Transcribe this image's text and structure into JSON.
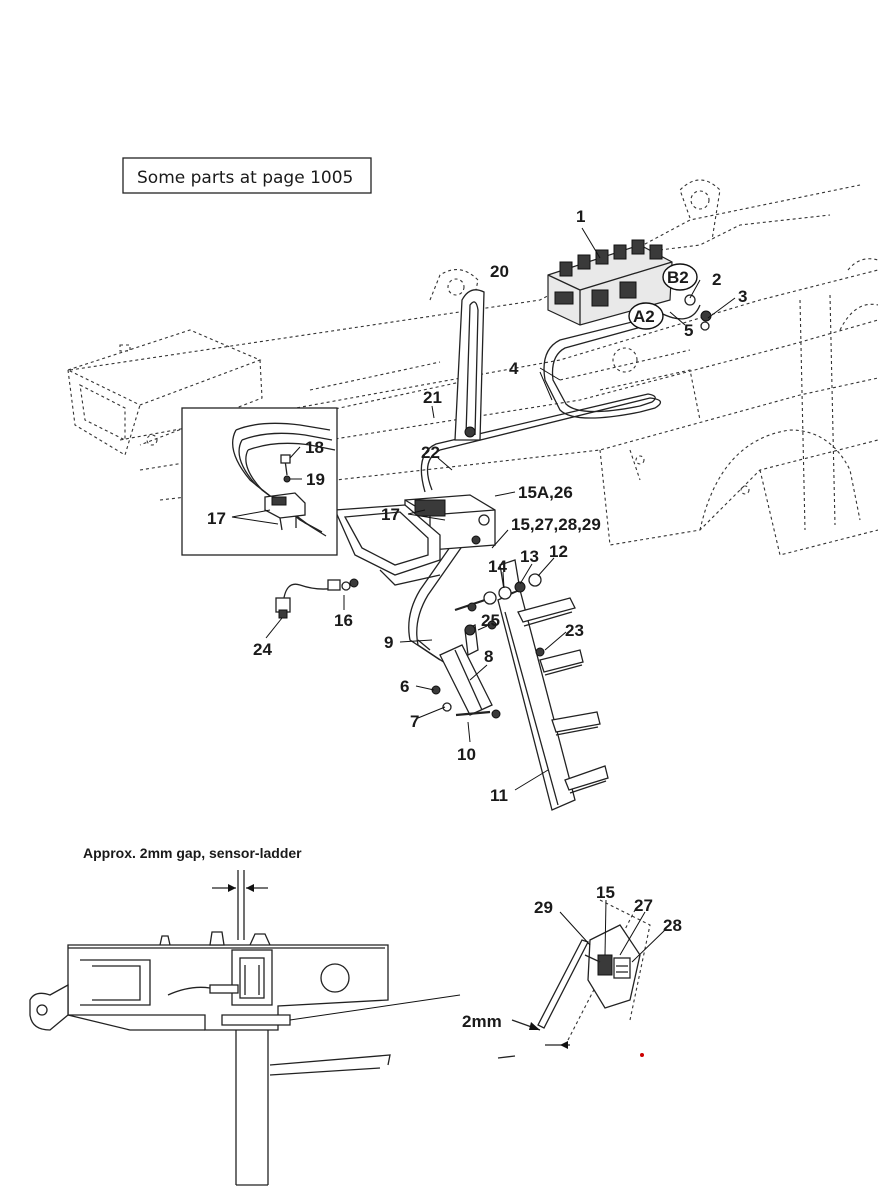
{
  "note_box": {
    "text": "Some parts at page 1005"
  },
  "callouts": {
    "c1": "1",
    "c2": "2",
    "c3": "3",
    "c4": "4",
    "c5": "5",
    "cA2": "A2",
    "cB2": "B2",
    "c6": "6",
    "c7": "7",
    "c8": "8",
    "c9": "9",
    "c10": "10",
    "c11": "11",
    "c12": "12",
    "c13": "13",
    "c14": "14",
    "c15a26": "15A,26",
    "c15_27_28_29": "15,27,28,29",
    "c16": "16",
    "c17a": "17",
    "c17b": "17",
    "c18": "18",
    "c19": "19",
    "c20": "20",
    "c21": "21",
    "c22": "22",
    "c23": "23",
    "c24": "24",
    "c25": "25"
  },
  "detail": {
    "caption": "Approx. 2mm gap, sensor-ladder",
    "gap_label": "2mm",
    "c15": "15",
    "c27": "27",
    "c28": "28",
    "c29": "29"
  }
}
